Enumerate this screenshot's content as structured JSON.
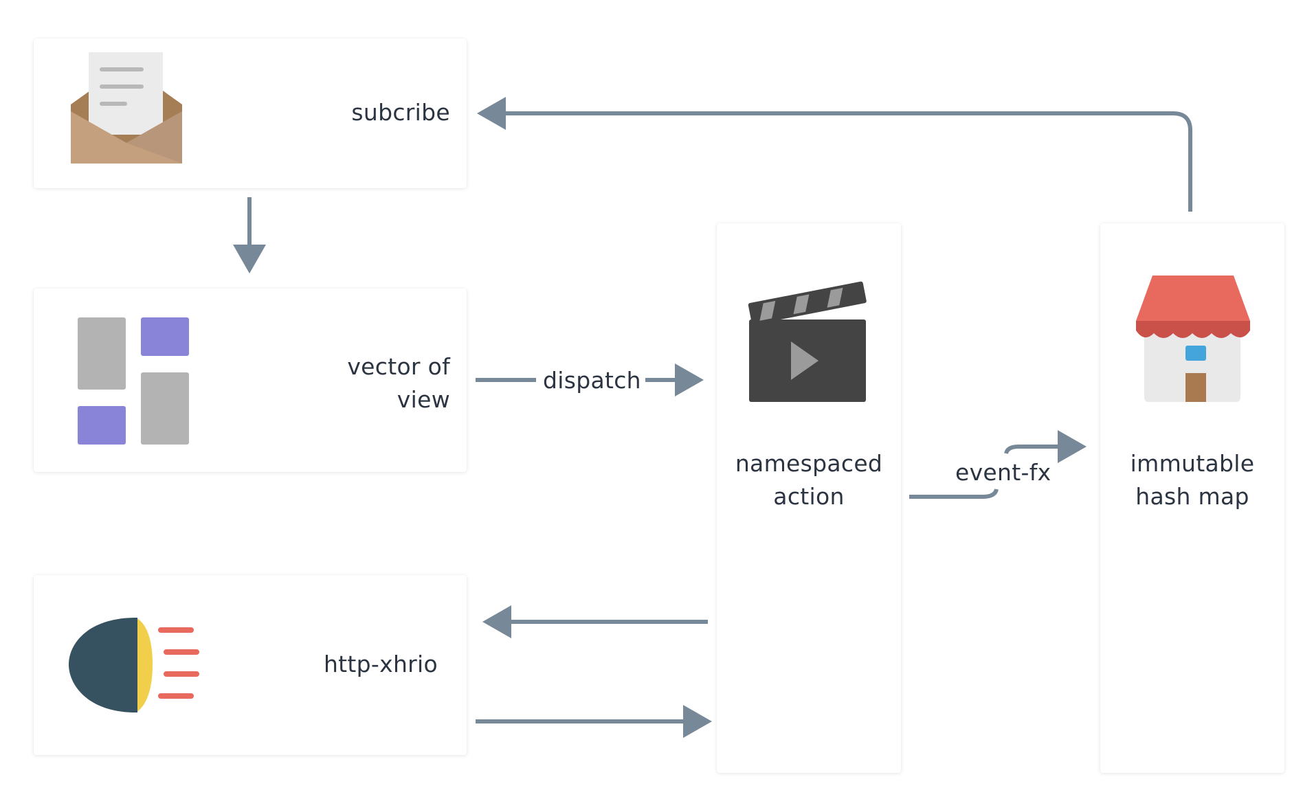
{
  "nodes": {
    "subscribe": {
      "label": "subcribe",
      "icon": "envelope-icon"
    },
    "views": {
      "label_line1": "vector of",
      "label_line2": "view",
      "icon": "layout-grid-icon"
    },
    "http": {
      "label": "http-xhrio",
      "icon": "headlight-icon"
    },
    "action": {
      "label_line1": "namespaced",
      "label_line2": "action",
      "icon": "clapperboard-icon"
    },
    "db": {
      "label_line1": "immutable",
      "label_line2": "hash map",
      "icon": "store-icon"
    }
  },
  "edges": {
    "dispatch": {
      "label": "dispatch"
    },
    "event_fx": {
      "label": "event-fx"
    }
  },
  "colors": {
    "arrow": "#778899",
    "card_bg": "#ffffff",
    "text": "#2b3440",
    "accent_purple": "#8a84d8",
    "accent_gray": "#b3b3b3",
    "awning_red": "#e8695e",
    "headlight_dark": "#36515f",
    "headlight_yellow": "#f2cf4a",
    "envelope_tan": "#c4a07f"
  }
}
